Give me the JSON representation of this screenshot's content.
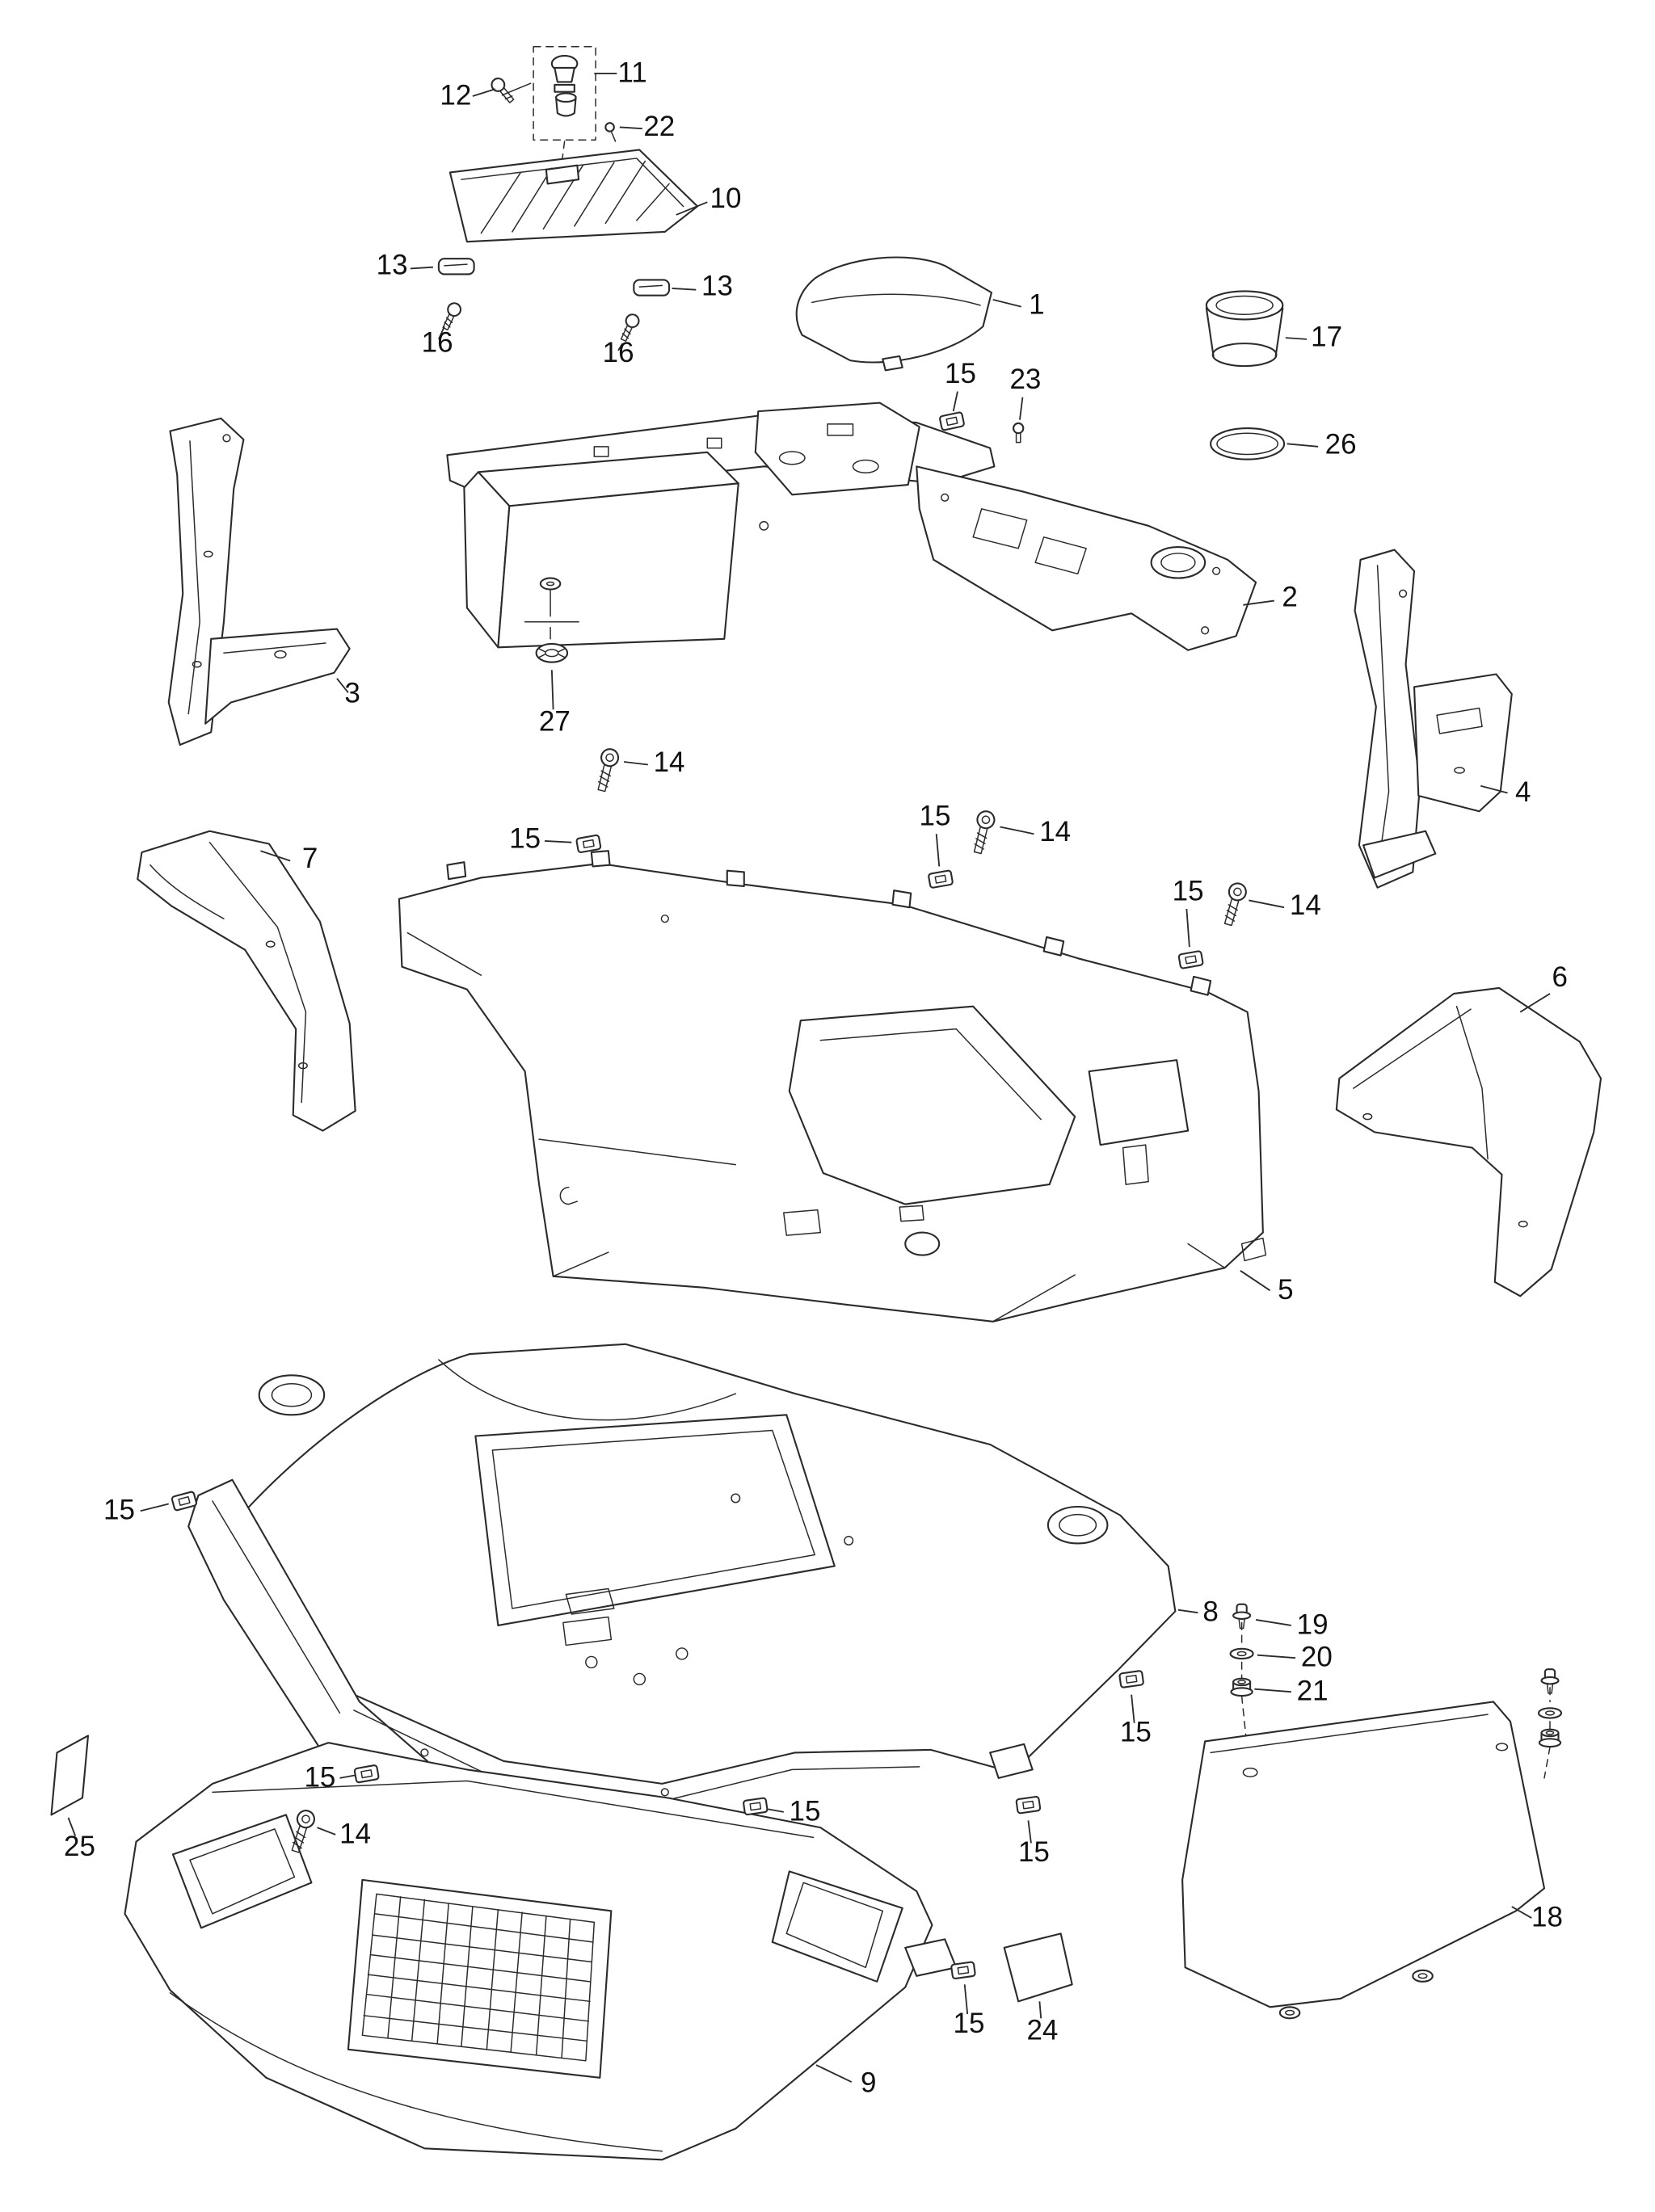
{
  "diagram": {
    "kind": "exploded parts diagram",
    "callout_style": "numbered leader lines"
  },
  "colors": {
    "background": "#ffffff",
    "line": "#2b2b2b",
    "label_text": "#111111"
  },
  "unique_part_numbers": [
    "1",
    "2",
    "3",
    "4",
    "5",
    "6",
    "7",
    "8",
    "9",
    "10",
    "11",
    "12",
    "13",
    "14",
    "15",
    "16",
    "17",
    "18",
    "19",
    "20",
    "21",
    "22",
    "23",
    "24",
    "25",
    "26",
    "27"
  ],
  "callouts": [
    {
      "label": "11"
    },
    {
      "label": "12"
    },
    {
      "label": "22"
    },
    {
      "label": "10"
    },
    {
      "label": "13"
    },
    {
      "label": "13"
    },
    {
      "label": "16"
    },
    {
      "label": "16"
    },
    {
      "label": "1"
    },
    {
      "label": "17"
    },
    {
      "label": "15"
    },
    {
      "label": "23"
    },
    {
      "label": "26"
    },
    {
      "label": "2"
    },
    {
      "label": "3"
    },
    {
      "label": "27"
    },
    {
      "label": "4"
    },
    {
      "label": "14"
    },
    {
      "label": "15"
    },
    {
      "label": "15"
    },
    {
      "label": "14"
    },
    {
      "label": "15"
    },
    {
      "label": "14"
    },
    {
      "label": "7"
    },
    {
      "label": "6"
    },
    {
      "label": "5"
    },
    {
      "label": "15"
    },
    {
      "label": "8"
    },
    {
      "label": "19"
    },
    {
      "label": "20"
    },
    {
      "label": "21"
    },
    {
      "label": "15"
    },
    {
      "label": "15"
    },
    {
      "label": "14"
    },
    {
      "label": "25"
    },
    {
      "label": "15"
    },
    {
      "label": "15"
    },
    {
      "label": "18"
    },
    {
      "label": "24"
    },
    {
      "label": "15"
    },
    {
      "label": "9"
    }
  ]
}
